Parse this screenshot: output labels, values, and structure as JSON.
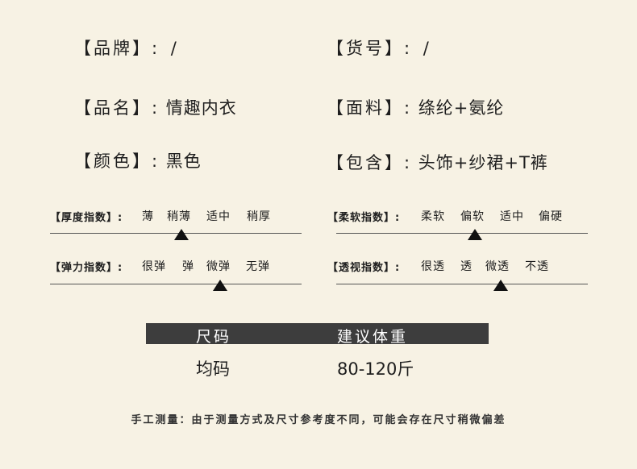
{
  "specs": [
    {
      "label": "【品牌】:",
      "value": "/"
    },
    {
      "label": "【货号】:",
      "value": "/"
    },
    {
      "label": "【品名】:",
      "value": "情趣内衣"
    },
    {
      "label": "【面料】:",
      "value": "绦纶+氨纶"
    },
    {
      "label": "【颜色】:",
      "value": "黑色"
    },
    {
      "label": "【包含】:",
      "value": "头饰+纱裙+T裤"
    }
  ],
  "indices": [
    {
      "label": "【厚度指数】:",
      "options": [
        "薄",
        "稍薄",
        "适中",
        "稍厚"
      ],
      "selected": "稍薄"
    },
    {
      "label": "【柔软指数】:",
      "options": [
        "柔软",
        "偏软",
        "适中",
        "偏硬"
      ],
      "selected": "偏软"
    },
    {
      "label": "【弹力指数】:",
      "options": [
        "很弹",
        "弹",
        "微弹",
        "无弹"
      ],
      "selected": "微弹"
    },
    {
      "label": "【透视指数】:",
      "options": [
        "很透",
        "透",
        "微透",
        "不透"
      ],
      "selected": "微透"
    }
  ],
  "size_table": {
    "headers": [
      "尺码",
      "建议体重"
    ],
    "rows": [
      [
        "均码",
        "80-120斤"
      ]
    ]
  },
  "footer": "手工测量：由于测量方式及尺寸参考度不同，可能会存在尺寸稍微偏差"
}
